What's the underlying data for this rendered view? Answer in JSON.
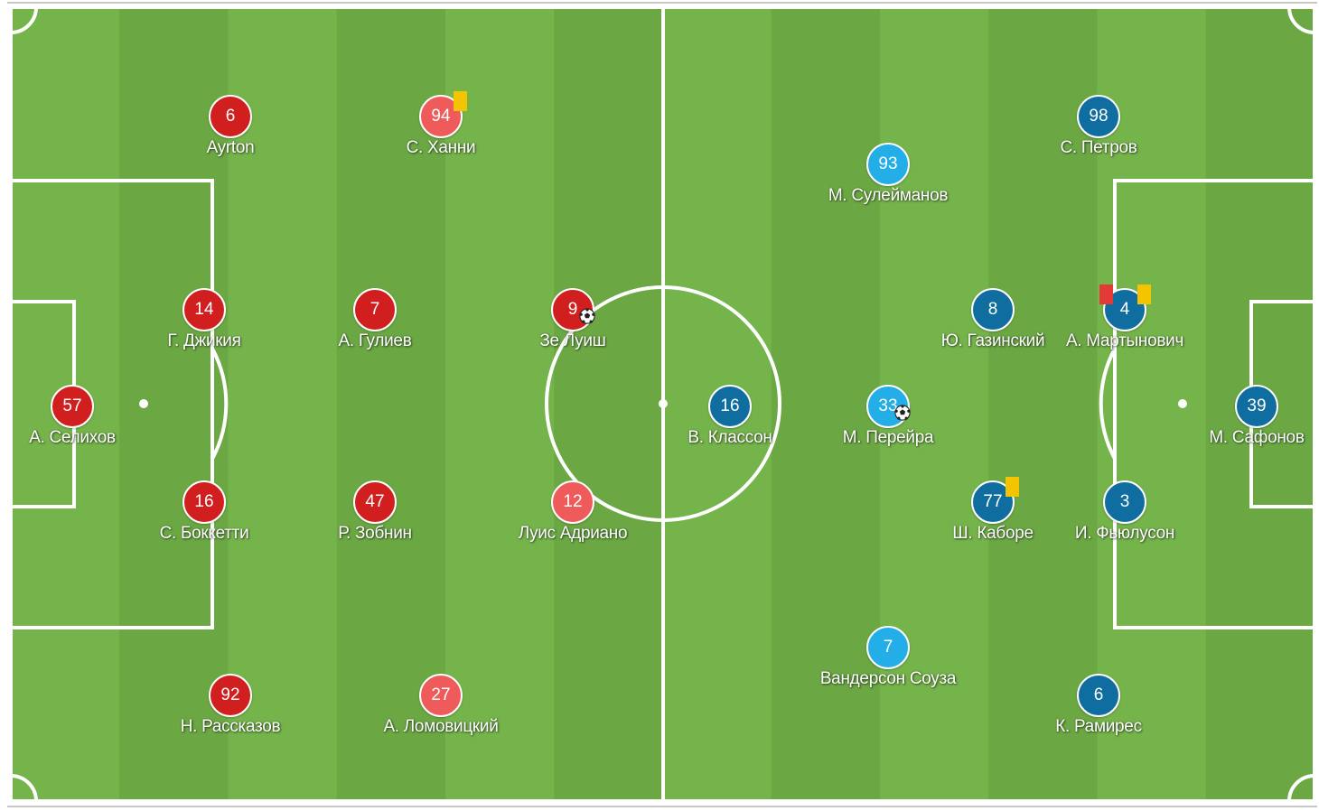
{
  "colors": {
    "pitch_light": "#75b34b",
    "pitch_dark": "#6ba843",
    "line": "#ffffff",
    "home_dark": "#d11f1f",
    "home_light": "#ef5b5b",
    "away_dark": "#0f6e9f",
    "away_light": "#23aee8",
    "yellow_card": "#f5c400",
    "red_card": "#e53935"
  },
  "home_team": {
    "players": [
      {
        "number": "57",
        "name": "А. Селихов",
        "shade": "dark"
      },
      {
        "number": "14",
        "name": "Г. Джикия",
        "shade": "dark"
      },
      {
        "number": "16",
        "name": "С. Боккетти",
        "shade": "dark"
      },
      {
        "number": "6",
        "name": "Ayrton",
        "shade": "dark"
      },
      {
        "number": "92",
        "name": "Н. Рассказов",
        "shade": "dark"
      },
      {
        "number": "7",
        "name": "А. Гулиев",
        "shade": "dark"
      },
      {
        "number": "47",
        "name": "Р. Зобнин",
        "shade": "dark"
      },
      {
        "number": "94",
        "name": "С. Ханни",
        "shade": "light",
        "yellow_card": true
      },
      {
        "number": "27",
        "name": "А. Ломовицкий",
        "shade": "light"
      },
      {
        "number": "9",
        "name": "Зе Луиш",
        "shade": "dark",
        "goal": true
      },
      {
        "number": "12",
        "name": "Луис Адриано",
        "shade": "light"
      }
    ]
  },
  "away_team": {
    "players": [
      {
        "number": "39",
        "name": "М. Сафонов",
        "shade": "dark"
      },
      {
        "number": "4",
        "name": "А. Мартынович",
        "shade": "dark",
        "red_card": true,
        "yellow_card": true
      },
      {
        "number": "3",
        "name": "И. Фьюлусон",
        "shade": "dark"
      },
      {
        "number": "98",
        "name": "С. Петров",
        "shade": "dark"
      },
      {
        "number": "6",
        "name": "К. Рамирес",
        "shade": "dark"
      },
      {
        "number": "8",
        "name": "Ю. Газинский",
        "shade": "dark"
      },
      {
        "number": "77",
        "name": "Ш. Каборе",
        "shade": "dark",
        "yellow_card": true
      },
      {
        "number": "93",
        "name": "М. Сулейманов",
        "shade": "light"
      },
      {
        "number": "7",
        "name": "Вандерсон Соуза",
        "shade": "light"
      },
      {
        "number": "33",
        "name": "М. Перейра",
        "shade": "light",
        "goal": true
      },
      {
        "number": "16",
        "name": "В. Классон",
        "shade": "dark"
      }
    ]
  }
}
